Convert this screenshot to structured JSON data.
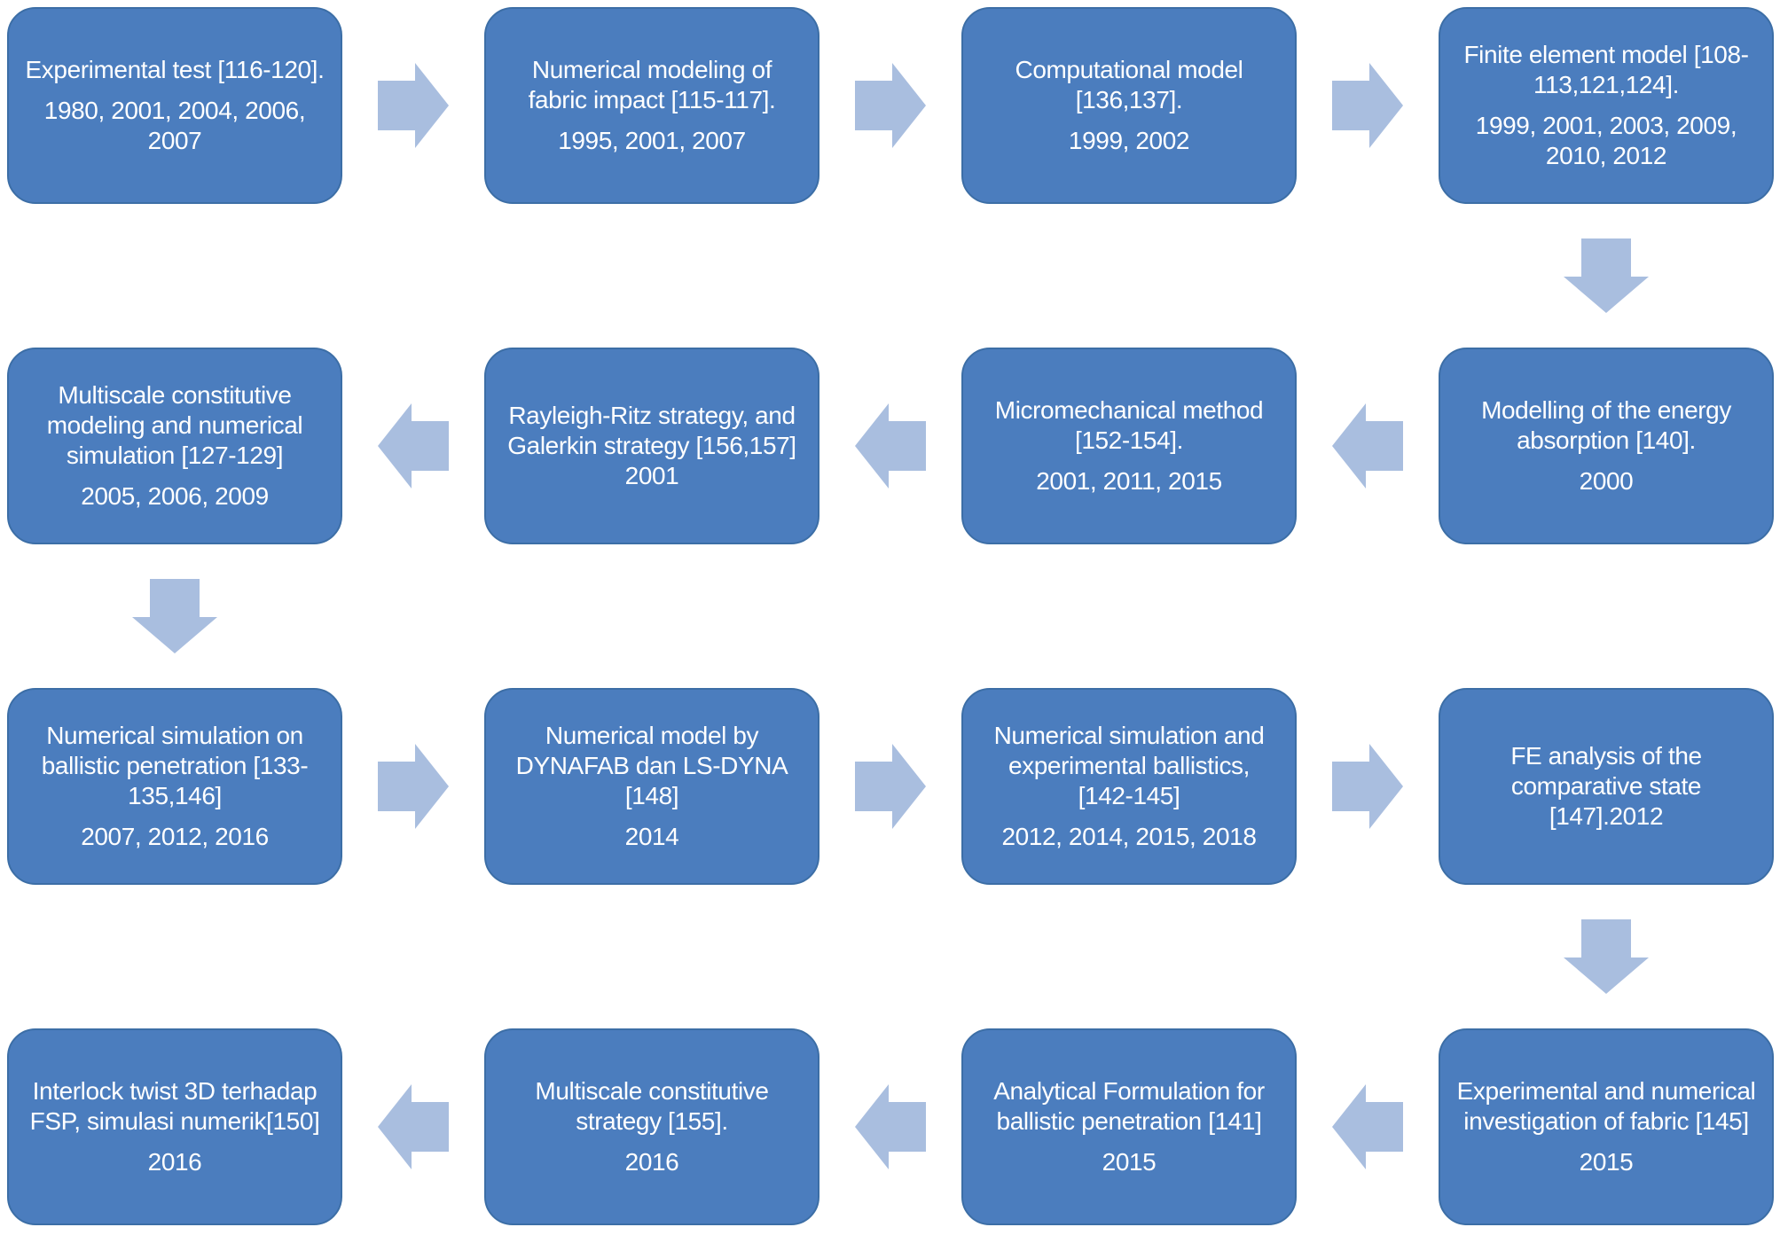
{
  "theme": {
    "box_fill": "#4b7dbe",
    "box_border": "#3c6ea6",
    "arrow_fill": "#a9bedf",
    "text_color": "#ffffff",
    "background": "#ffffff"
  },
  "rows": [
    {
      "flow_direction": "right",
      "boxes": [
        {
          "title": "Experimental test [116-120].",
          "years": "1980, 2001, 2004, 2006,\n2007"
        },
        {
          "title": "Numerical modeling of\nfabric impact [115-117].",
          "years": "1995, 2001, 2007"
        },
        {
          "title": "Computational model\n[136,137].",
          "years": "1999, 2002"
        },
        {
          "title": "Finite element model [108-\n113,121,124].",
          "years": "1999, 2001, 2003, 2009,\n2010, 2012"
        }
      ]
    },
    {
      "flow_direction": "left",
      "boxes": [
        {
          "title": "Multiscale constitutive\nmodeling and numerical\nsimulation [127-129]",
          "years": "2005, 2006, 2009"
        },
        {
          "title": "Rayleigh-Ritz strategy, and\nGalerkin strategy [156,157]\n2001",
          "years": ""
        },
        {
          "title": "Micromechanical method\n[152-154].",
          "years": "2001, 2011, 2015"
        },
        {
          "title": "Modelling of the energy\nabsorption [140].",
          "years": "2000"
        }
      ]
    },
    {
      "flow_direction": "right",
      "boxes": [
        {
          "title": "Numerical simulation on\nballistic penetration [133-\n135,146]",
          "years": "2007, 2012, 2016"
        },
        {
          "title": "Numerical model by\nDYNAFAB dan LS-DYNA\n[148]",
          "years": "2014"
        },
        {
          "title": "Numerical simulation and\nexperimental ballistics,\n[142-145]",
          "years": "2012, 2014, 2015, 2018"
        },
        {
          "title": "FE analysis of the\ncomparative state\n[147].2012",
          "years": ""
        }
      ]
    },
    {
      "flow_direction": "left",
      "boxes": [
        {
          "title": "Interlock twist 3D terhadap\nFSP, simulasi numerik[150]",
          "years": "2016"
        },
        {
          "title": "Multiscale constitutive\nstrategy [155].",
          "years": "2016"
        },
        {
          "title": "Analytical Formulation for\nballistic penetration [141]",
          "years": "2015"
        },
        {
          "title": "Experimental and  numerical\ninvestigation of fabric [145]",
          "years": "2015"
        }
      ]
    }
  ],
  "vertical_connectors": [
    {
      "after_row": 1,
      "side": "right",
      "direction": "down"
    },
    {
      "after_row": 2,
      "side": "left",
      "direction": "down"
    },
    {
      "after_row": 3,
      "side": "right",
      "direction": "down"
    }
  ]
}
